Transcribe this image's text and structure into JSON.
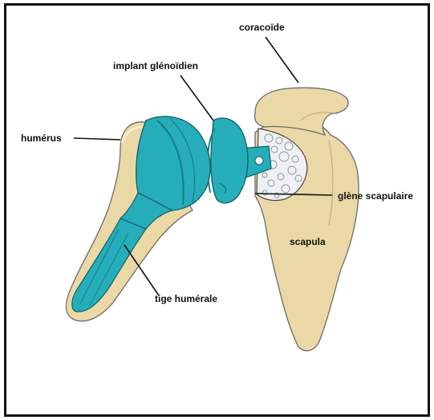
{
  "labels": {
    "coracoide": "coracoïde",
    "implant": "implant glénoïdien",
    "humerus": "humérus",
    "glene": "glène scapulaire",
    "scapula": "scapula",
    "tige": "tige humérale"
  },
  "colors": {
    "bone": "#ead9a6",
    "bone_outline": "#6b6b6b",
    "implant": "#26adba",
    "implant_dark": "#17808c",
    "cement": "#e9ecef",
    "frame": "#111111"
  }
}
